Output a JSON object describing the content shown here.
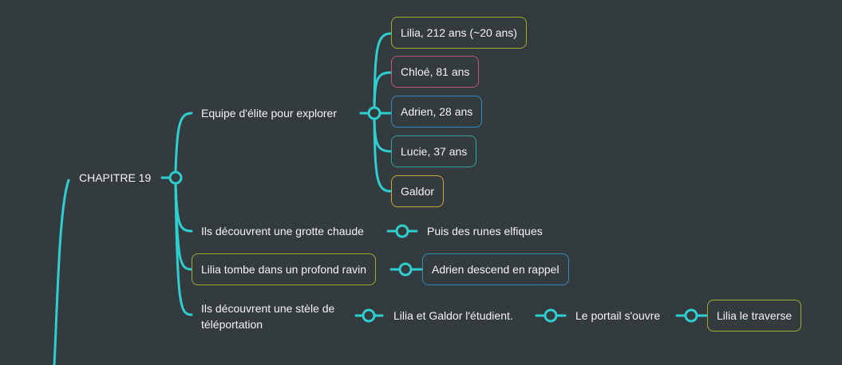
{
  "colors": {
    "background": "#343b3f",
    "connector": "#2ecfd0",
    "text": "#f4f4f4",
    "border_green": "#9aaf2e",
    "border_pink": "#c4557a",
    "border_blue": "#2f8cc0",
    "border_teal": "#2aa5a0",
    "border_gold": "#c9a53a"
  },
  "mindmap": {
    "chapter": {
      "label": "CHAPITRE 19"
    },
    "branches": [
      {
        "label": "Equipe d'élite pour explorer",
        "children": [
          {
            "label": "Lilia, 212 ans (~20 ans)",
            "border": "green"
          },
          {
            "label": "Chloé, 81 ans",
            "border": "pink"
          },
          {
            "label": "Adrien, 28 ans",
            "border": "blue"
          },
          {
            "label": "Lucie, 37 ans",
            "border": "teal"
          },
          {
            "label": "Galdor",
            "border": "gold"
          }
        ]
      },
      {
        "label": "Ils découvrent une grotte chaude",
        "children": [
          {
            "label": "Puis des runes elfiques"
          }
        ]
      },
      {
        "label": "Lilia tombe dans un profond ravin",
        "border": "green",
        "children": [
          {
            "label": "Adrien descend en rappel",
            "border": "blue"
          }
        ]
      },
      {
        "label_line1": "Ils découvrent une stèle de",
        "label_line2": "téléportation",
        "chain": [
          {
            "label": "Lilia et Galdor l'étudient."
          },
          {
            "label": "Le portail s'ouvre"
          },
          {
            "label": "Lilia le traverse",
            "border": "green"
          }
        ]
      }
    ]
  }
}
